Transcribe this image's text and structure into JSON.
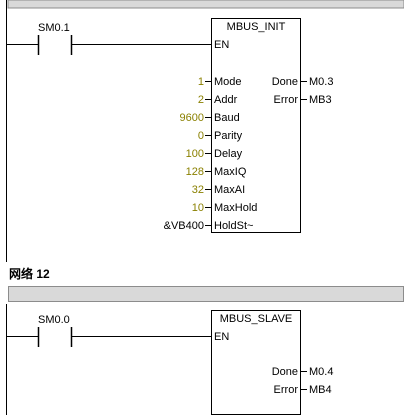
{
  "network11": {
    "contact": "SM0.1",
    "block": {
      "name": "MBUS_INIT",
      "en": "EN",
      "inputs": [
        {
          "value": "1",
          "pin": "Mode"
        },
        {
          "value": "2",
          "pin": "Addr"
        },
        {
          "value": "9600",
          "pin": "Baud"
        },
        {
          "value": "0",
          "pin": "Parity"
        },
        {
          "value": "100",
          "pin": "Delay"
        },
        {
          "value": "128",
          "pin": "MaxIQ"
        },
        {
          "value": "32",
          "pin": "MaxAI"
        },
        {
          "value": "10",
          "pin": "MaxHold"
        },
        {
          "value": "&VB400",
          "pin": "HoldSt~"
        }
      ],
      "outputs": [
        {
          "pin": "Done",
          "value": "M0.3"
        },
        {
          "pin": "Error",
          "value": "MB3"
        }
      ]
    }
  },
  "network12": {
    "title": "网络 12",
    "contact": "SM0.0",
    "block": {
      "name": "MBUS_SLAVE",
      "en": "EN",
      "outputs": [
        {
          "pin": "Done",
          "value": "M0.4"
        },
        {
          "pin": "Error",
          "value": "MB4"
        }
      ]
    }
  },
  "colors": {
    "constant": "#8a8000",
    "header_bar": "#d9d9d9"
  }
}
